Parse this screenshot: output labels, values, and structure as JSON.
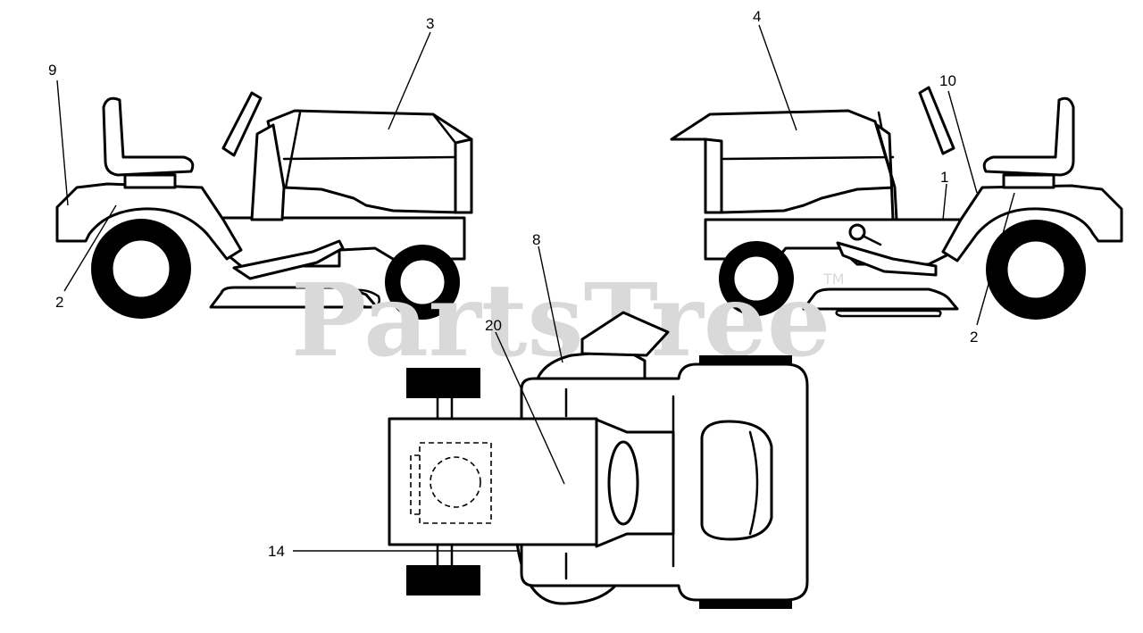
{
  "watermark": {
    "text": "PartsTree",
    "trademark": "TM"
  },
  "callouts": [
    {
      "id": "9",
      "label": "9"
    },
    {
      "id": "2a",
      "label": "2"
    },
    {
      "id": "3",
      "label": "3"
    },
    {
      "id": "4",
      "label": "4"
    },
    {
      "id": "10",
      "label": "10"
    },
    {
      "id": "1",
      "label": "1"
    },
    {
      "id": "2b",
      "label": "2"
    },
    {
      "id": "8",
      "label": "8"
    },
    {
      "id": "20",
      "label": "20"
    },
    {
      "id": "14",
      "label": "14"
    }
  ]
}
